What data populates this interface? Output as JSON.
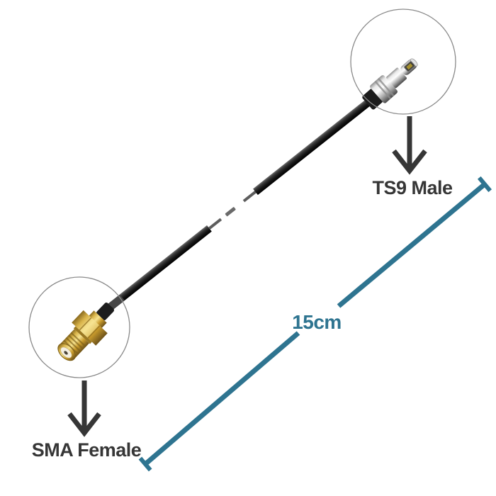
{
  "annotations": {
    "top_connector": {
      "label": "TS9 Male"
    },
    "bottom_connector": {
      "label": "SMA Female"
    },
    "dimension": {
      "label": "15cm"
    }
  },
  "icons": {
    "top_pointer": "down-arrow-icon",
    "bottom_pointer": "down-arrow-icon",
    "top_zoom": "magnifier-circle",
    "bottom_zoom": "magnifier-circle",
    "measure": "dimension-line-with-end-caps"
  },
  "colors": {
    "background": "#ffffff",
    "label_text": "#363636",
    "arrow": "#363636",
    "dimension_line": "#2e7490",
    "circle_outline": "#8a8a8a",
    "cable_black": "#1c1c1c",
    "connector_gold": "#d4aa3c",
    "connector_chrome": "#c9c9c9"
  }
}
